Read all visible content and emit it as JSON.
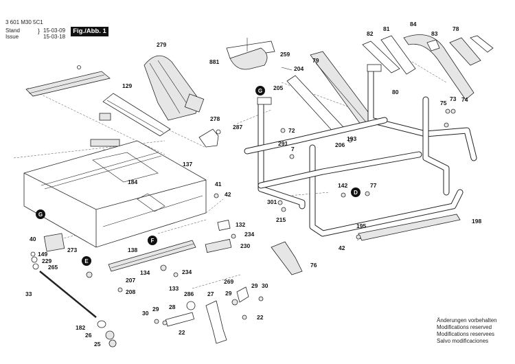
{
  "header": {
    "doc_number": "3 601 M30 5C1",
    "stand_label": "Stand",
    "issue_label": "Issue",
    "stand_date": "15-03-09",
    "issue_date": "15-03-18",
    "figure_label": "Fig./Abb. 1"
  },
  "notes": [
    "Änderungen vorbehalten",
    "Modifications reserved",
    "Modifications reservees",
    "Salvo modificaciones"
  ],
  "group_marks": [
    "G",
    "F",
    "E",
    "D",
    "G"
  ],
  "part_numbers": {
    "p1": "279",
    "p2": "129",
    "p3": "278",
    "p4": "137",
    "p5": "184",
    "p6": "41",
    "p7": "42",
    "p8": "132",
    "p9": "234",
    "p10": "230",
    "p11": "40",
    "p12": "273",
    "p13": "149",
    "p14": "229",
    "p15": "265",
    "p16": "138",
    "p17": "134",
    "p18": "234",
    "p19": "207",
    "p20": "208",
    "p21": "133",
    "p22": "33",
    "p23": "182",
    "p24": "26",
    "p25": "25",
    "p26": "30",
    "p27": "29",
    "p28": "28",
    "p29": "286",
    "p30": "22",
    "p31": "27",
    "p32": "29",
    "p33": "269",
    "p34": "29",
    "p35": "30",
    "p36": "22",
    "p37": "881",
    "p38": "259",
    "p39": "204",
    "p40": "79",
    "p41": "205",
    "p42": "287",
    "p43": "72",
    "p44": "291",
    "p45": "7",
    "p46": "206",
    "p47": "193",
    "p48": "82",
    "p49": "81",
    "p50": "84",
    "p51": "83",
    "p52": "78",
    "p53": "80",
    "p54": "75",
    "p55": "73",
    "p56": "74",
    "p57": "142",
    "p58": "77",
    "p59": "301",
    "p60": "215",
    "p61": "195",
    "p62": "198",
    "p63": "42",
    "p64": "76"
  }
}
